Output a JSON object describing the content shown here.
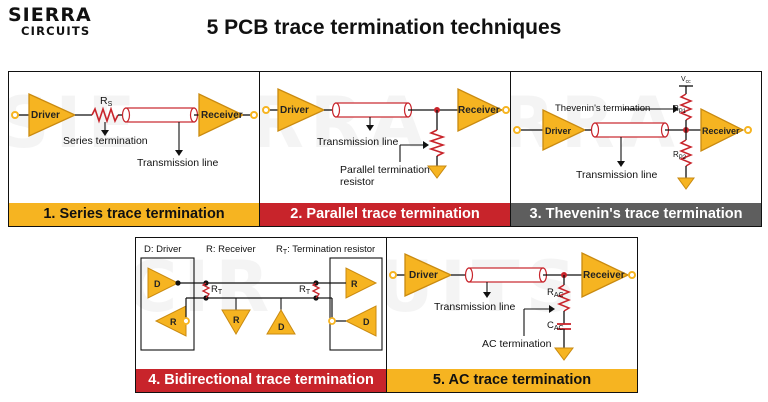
{
  "logo": {
    "line1": "SIERRA",
    "line2": "CIRCUITS"
  },
  "title": "5 PCB trace termination techniques",
  "colors": {
    "component": "#f6b421",
    "component_stroke": "#c98a10",
    "resistor": "#c8242b",
    "line": "#111111",
    "caption_yellow": "#f6b421",
    "caption_red": "#c8242b",
    "caption_gray": "#5e5e5e"
  },
  "panels": {
    "series": {
      "caption": "1. Series trace termination",
      "driver": "Driver",
      "receiver": "Receiver",
      "resistor": "R",
      "resistor_sub": "S",
      "term_label": "Series termination",
      "tl_label": "Transmission line"
    },
    "parallel": {
      "caption": "2. Parallel trace termination",
      "driver": "Driver",
      "receiver": "Receiver",
      "tl_label": "Transmission line",
      "term_label_1": "Parallel termination",
      "term_label_2": "resistor"
    },
    "thevenin": {
      "caption": "3. Thevenin's trace termination",
      "driver": "Driver",
      "receiver": "Receiver",
      "term_label": "Thevenin's termination",
      "tl_label": "Transmission line",
      "vcc": "V",
      "vcc_sub": "cc",
      "r1": "R",
      "r1_sub": "P1",
      "r2": "R",
      "r2_sub": "P2"
    },
    "bidirectional": {
      "caption": "4. Bidirectional trace termination",
      "legend_driver": "D: Driver",
      "legend_receiver": "R: Receiver",
      "legend_term": "R",
      "legend_term_sub": "T",
      "legend_term_rest": ": Termination resistor",
      "d": "D",
      "r": "R",
      "rt": "R",
      "rt_sub": "T"
    },
    "ac": {
      "caption": "5. AC trace termination",
      "driver": "Driver",
      "receiver": "Receiver",
      "tl_label": "Transmission line",
      "rac": "R",
      "rac_sub": "AC",
      "cac": "C",
      "cac_sub": "AC",
      "term_label": "AC termination"
    }
  }
}
